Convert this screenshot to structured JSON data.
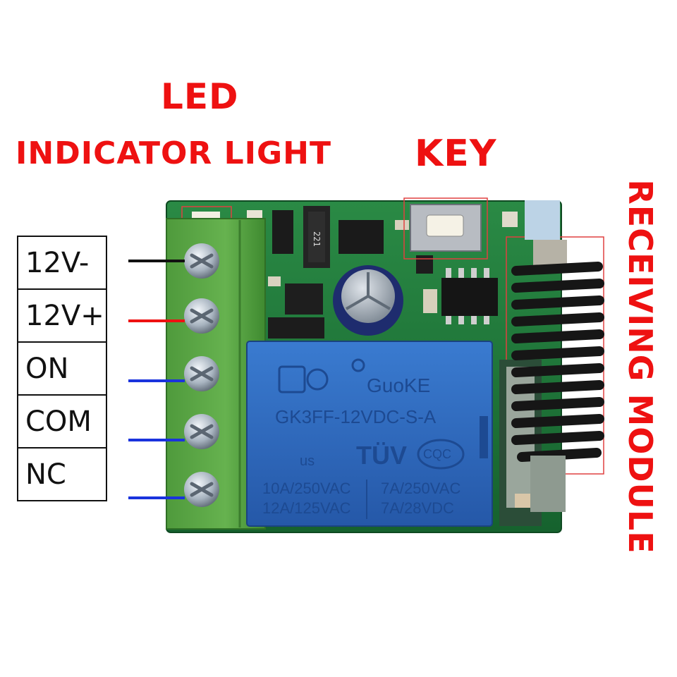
{
  "callouts": {
    "led": "LED",
    "indicator_light": "INDICATOR LIGHT",
    "key": "KEY",
    "receiving_module": "RECEIVING MODULE"
  },
  "terminals": [
    {
      "label": "12V-",
      "wire_color": "#111111"
    },
    {
      "label": "12V+",
      "wire_color": "#ee1111"
    },
    {
      "label": "ON",
      "wire_color": "#1a33dd"
    },
    {
      "label": "COM",
      "wire_color": "#1a33dd"
    },
    {
      "label": "NC",
      "wire_color": "#1a33dd"
    }
  ],
  "relay": {
    "brand": "GuoKE",
    "model": "GK3FF-12VDC-S-A",
    "rating_left_1": "10A/250VAC",
    "rating_left_2": "12A/125VAC",
    "rating_right_1": "7A/250VAC",
    "rating_right_2": "7A/28VDC",
    "cert_tuv": "TÜV",
    "cert_cqc": "CQC",
    "cert_us": "us"
  },
  "chip_marking": "221",
  "colors": {
    "pcb": "#1d7a3a",
    "terminal_block": "#5aa646",
    "relay": "#2f6fc4",
    "callout": "#ee1111",
    "antenna": "#161616"
  }
}
